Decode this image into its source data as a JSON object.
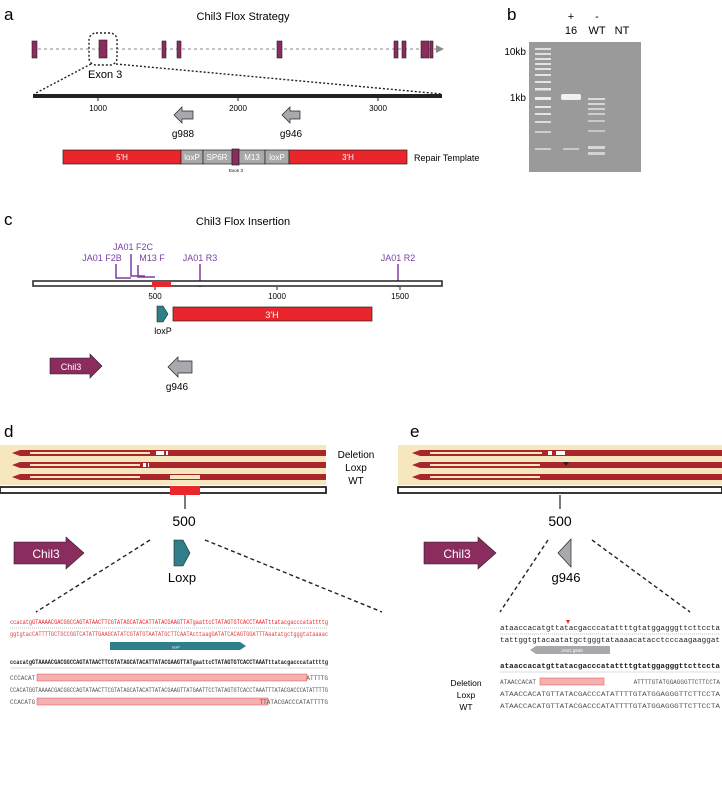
{
  "panels": {
    "a": "a",
    "b": "b",
    "c": "c",
    "d": "d",
    "e": "e"
  },
  "panel_a": {
    "title": "Chil3 Flox Strategy",
    "exon_label": "Exon 3",
    "ticks": [
      "1000",
      "2000",
      "3000"
    ],
    "guides": [
      "g988",
      "g946"
    ],
    "repair": {
      "segments": [
        "5'H",
        "loxP",
        "SP6R",
        "M13",
        "loxP",
        "3'H"
      ],
      "exon_note": "Exon 3",
      "label": "Repair Template"
    }
  },
  "panel_b": {
    "lanes": [
      {
        "top": "+",
        "bottom": "16"
      },
      {
        "top": "-",
        "bottom": "WT"
      },
      {
        "top": "",
        "bottom": "NT"
      }
    ],
    "ladder_labels": [
      "10kb",
      "1kb"
    ]
  },
  "panel_c": {
    "title": "Chil3 Flox Insertion",
    "primers": [
      "JA01 F2B",
      "JA01 F2C",
      "M13 F",
      "JA01 R3",
      "JA01 R2"
    ],
    "ticks": [
      "500",
      "1000",
      "1500"
    ],
    "loxp": "loxP",
    "arm": "3'H",
    "gene": "Chil3",
    "guide": "g946"
  },
  "panel_d": {
    "legend": [
      "Deletion",
      "Loxp",
      "WT"
    ],
    "position": "500",
    "gene": "Chil3",
    "feature": "Loxp",
    "seq_ref": "ccacatgGTAAAACGACGGCCAGTATAACTTCGTATAGCATACATTATACGAAGTTATgaattcCTATAGTGTCACCTAAATttatacgacccatattttg",
    "seq_comp": "ggtgtacCATTTTGCTGCCGGTCATATTGAAGCATATCGTATGTAATATGCTTCAATActtaagGATATCACAGTGGATTTAaatatgctgggtataaaac",
    "feature_bar": "loxP",
    "consensus": "ccacatgGTAAAACGACGGCCAGTATAACTTCGTATAGCATACATTATACGAAGTTATgaattcCTATAGTGTCACCTAAATttatacgacccatattttg",
    "reads": [
      "CCCACAT",
      "CCACATGGTAAAACGACGGCCAGTATAACTTCGTATAGCATACATTATACGAAGTTATGAATTCCTATAGTGTCACCTAAATTTATACGACCCATATTTTG",
      "CCACATG"
    ],
    "read_tails": [
      "ATTTTG",
      "",
      "TTATACGACCCATATTTTG"
    ]
  },
  "panel_e": {
    "legend": [
      "Deletion",
      "Loxp",
      "WT"
    ],
    "position": "500",
    "gene": "Chil3",
    "guide": "g946",
    "seq_ref": "ataaccacatgttatacgacccatattttgtatggagggttcttccta",
    "seq_comp": "tattggtgtacaatatgctgggtataaaacatacctcccaagaaggat",
    "guide_bar": "JA01 g946",
    "consensus": "ataaccacatgttatacgacccatattttgtatggagggttcttccta",
    "reads": [
      "ATAACCACAT",
      "ATAACCACATGTTATACGACCCATATTTTGTATGGAGGGTTCTTCCTA",
      "ATAACCACATGTTATACGACCCATATTTTGTATGGAGGGTTCTTCCTA"
    ],
    "read_tails": [
      "ATTTTGTATGGAGGGTTCTTCCTA",
      "",
      ""
    ]
  },
  "colors": {
    "exon": "#8b2c5f",
    "repair": "#e8262b",
    "loxp_box": "#a9a9a9",
    "gene_arrow": "#8b2c5f",
    "loxp_arrow": "#2e7f8a",
    "guide_arrow": "#a7a9ad",
    "primer": "#7b3fa0",
    "read_fill": "#a8262c",
    "read_bg": "#f6e7bf"
  }
}
